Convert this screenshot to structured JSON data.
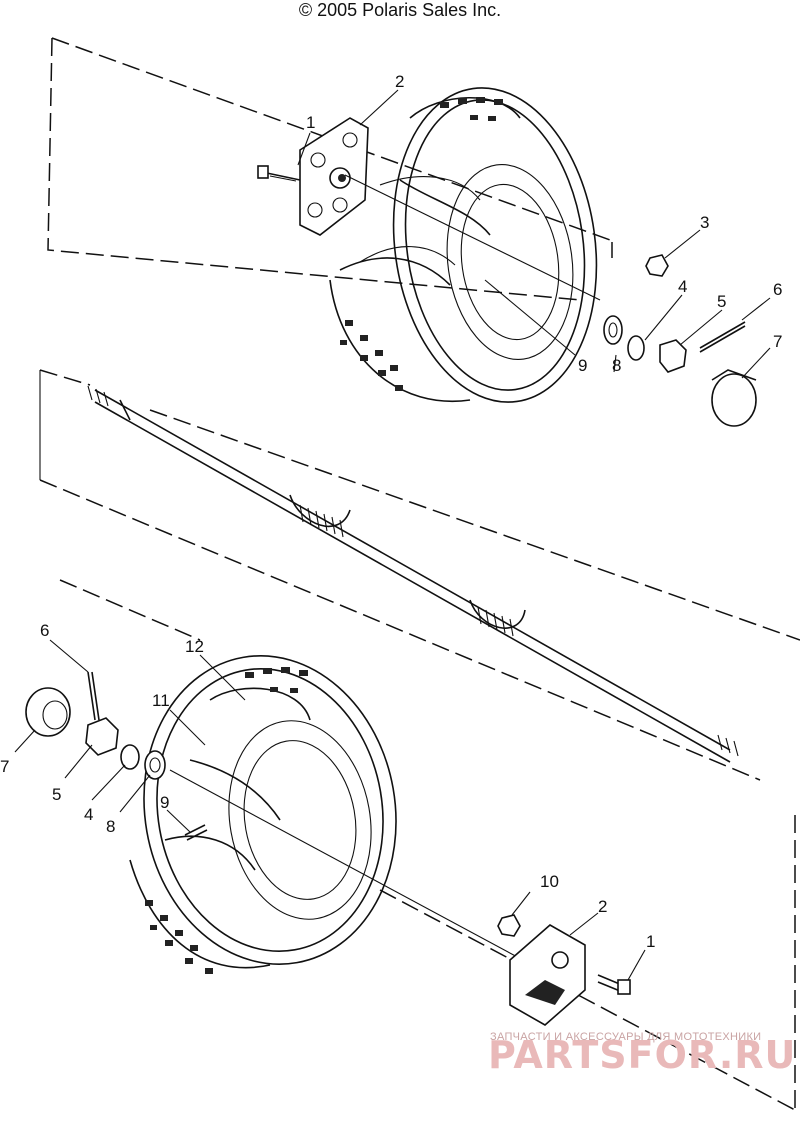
{
  "copyright": "© 2005 Polaris Sales Inc.",
  "watermark": {
    "line1": "ЗАПЧАСТИ И АКСЕССУАРЫ ДЛЯ МОТОТЕХНИКИ",
    "line2": "PARTSFOR.RU"
  },
  "callouts": {
    "upper": [
      "1",
      "2",
      "3",
      "4",
      "5",
      "6",
      "7",
      "8",
      "9"
    ],
    "lower": [
      "6",
      "12",
      "11",
      "7",
      "5",
      "4",
      "8",
      "9",
      "10",
      "2",
      "1"
    ]
  }
}
